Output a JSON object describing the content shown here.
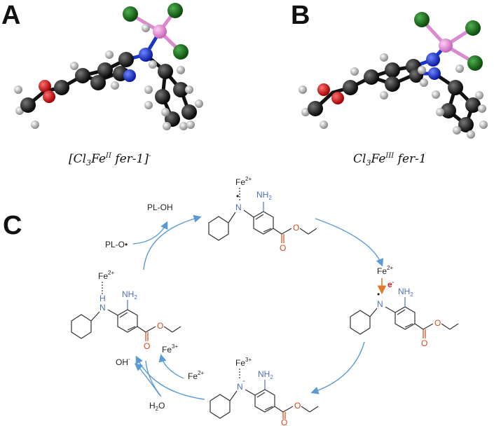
{
  "panels": {
    "a": {
      "letter": "A",
      "caption_main": "[Cl",
      "caption_sub1": "3",
      "caption_mid": "Fe",
      "caption_sup": "II",
      "caption_tail": " fer-1]",
      "caption_charge": "-"
    },
    "b": {
      "letter": "B",
      "caption_main": "Cl",
      "caption_sub1": "3",
      "caption_mid": "Fe",
      "caption_sup": "III",
      "caption_tail": " fer-1"
    },
    "c": {
      "letter": "C"
    }
  },
  "labels": {
    "fe": "Fe",
    "fe2_charge": "2+",
    "fe3_charge": "3+",
    "n": "N",
    "nh": "H",
    "nh2": "NH",
    "nh2_sub": "2",
    "o": "O",
    "radical_dot": "•",
    "minus": "-",
    "electron": "e",
    "electron_charge": "-",
    "pl_oh": "PL-OH",
    "pl_o": "PL-O•",
    "oh": "OH",
    "oh_charge": "-",
    "h2o_h": "H",
    "h2o_sub": "2",
    "h2o_o": "O"
  },
  "colors": {
    "carbon": "#111111",
    "hydrogen": "#9a9a9a",
    "nitrogen": "#1a35c9",
    "oxygen": "#d01e1e",
    "chlorine": "#1d6b1d",
    "iron": "#e79ad8",
    "cycle_arrow": "#5a9bd5",
    "electron_arrow": "#e07a2a"
  }
}
